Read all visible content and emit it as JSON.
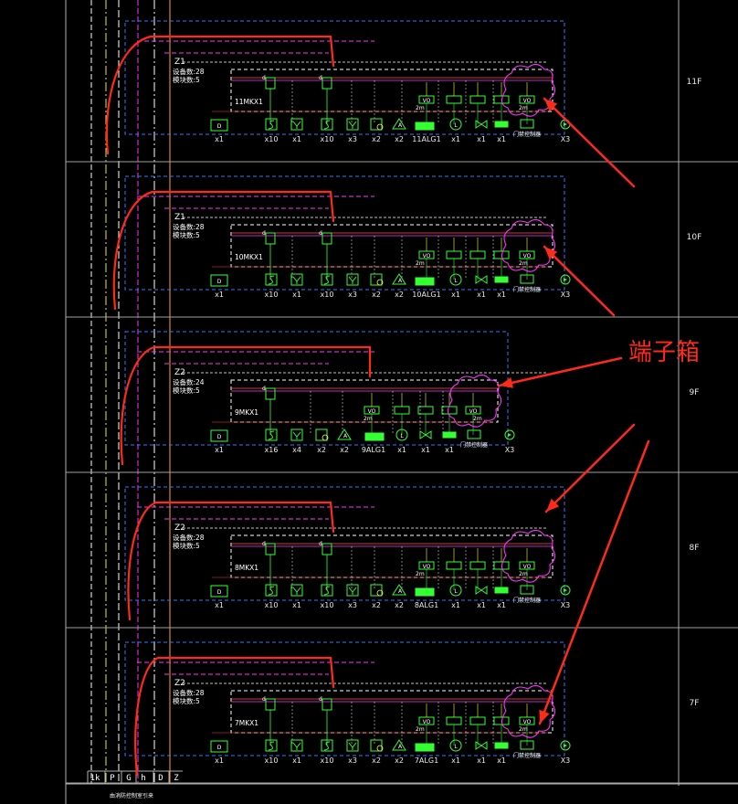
{
  "colors": {
    "background": "#000000",
    "floor_line": "#a0a0a0",
    "box_dashed": "#ffffff",
    "blue_dashed": "#3a78ff",
    "magenta": "#ff33ff",
    "green": "#33ff33",
    "yellow": "#ffff33",
    "red_markup": "#ff2a1a",
    "trunk_yellow": "#e8e840",
    "trunk_orange": "#ffa040"
  },
  "floors": [
    {
      "label": "11F",
      "zone": "Z1",
      "stat1": "设备数:28",
      "stat2": "模块数:5",
      "module": "11MKX1",
      "alarm": "11ALG1",
      "variant": "full"
    },
    {
      "label": "10F",
      "zone": "Z1",
      "stat1": "设备数:28",
      "stat2": "模块数:5",
      "module": "10MKX1",
      "alarm": "10ALG1",
      "variant": "full"
    },
    {
      "label": "9F",
      "zone": "Z2",
      "stat1": "设备数:24",
      "stat2": "模块数:5",
      "module": "9MKX1",
      "alarm": "9ALG1",
      "variant": "short"
    },
    {
      "label": "8F",
      "zone": "Z2",
      "stat1": "设备数:28",
      "stat2": "模块数:5",
      "module": "8MKX1",
      "alarm": "8ALG1",
      "variant": "full"
    },
    {
      "label": "7F",
      "zone": "Z2",
      "stat1": "设备数:28",
      "stat2": "模块数:5",
      "module": "7MKX1",
      "alarm": "7ALG1",
      "variant": "full"
    }
  ],
  "counts_full": [
    "x1",
    "x10",
    "x1",
    "x10",
    "x3",
    "x2",
    "x2",
    "x1",
    "x1",
    "x1",
    "X3"
  ],
  "counts_short": [
    "x1",
    "x16",
    "x4",
    "x2",
    "x2",
    "x1",
    "x1",
    "x1",
    "X3"
  ],
  "symbols": {
    "d_box": "D",
    "l_circle": "L",
    "vo_box": "VO",
    "module_tag": "M",
    "module_small": "2m",
    "door_box": "门禁控制器",
    "small_d": "d",
    "small_a": "A"
  },
  "bus_labels": [
    "1k",
    "P",
    "G",
    "h",
    "D",
    "Z"
  ],
  "bottom_note": "由消防控制室引来",
  "annotation": "端子箱"
}
